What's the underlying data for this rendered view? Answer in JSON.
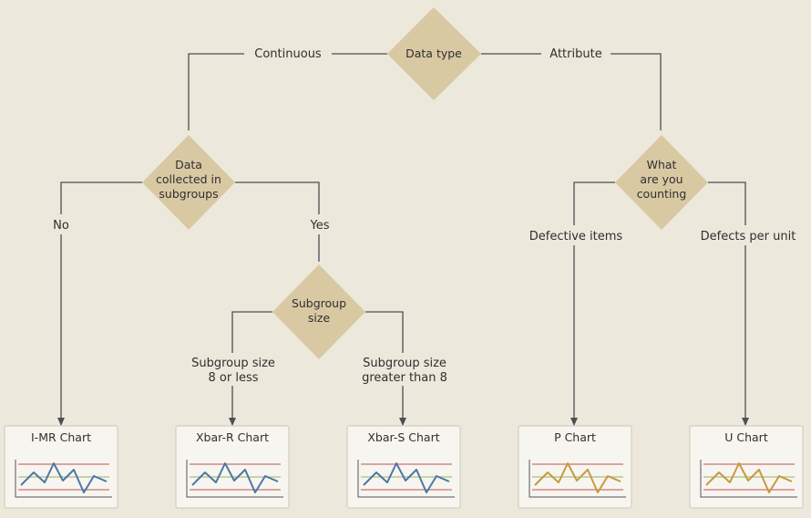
{
  "diagram": {
    "root": {
      "label": "Data type"
    },
    "branches": {
      "continuous": "Continuous",
      "attribute": "Attribute"
    },
    "subgroups_question": {
      "lines": [
        "Data",
        "collected in",
        "subgroups"
      ]
    },
    "subgroups_answers": {
      "no": "No",
      "yes": "Yes"
    },
    "size_question": {
      "lines": [
        "Subgroup",
        "size"
      ]
    },
    "size_answers": {
      "small": [
        "Subgroup size",
        "8 or less"
      ],
      "large": [
        "Subgroup size",
        "greater than 8"
      ]
    },
    "count_question": {
      "lines": [
        "What",
        "are you",
        "counting"
      ]
    },
    "count_answers": {
      "defective": "Defective items",
      "defects": "Defects per unit"
    },
    "charts": [
      {
        "label": "I-MR Chart",
        "color": "#4e77a6"
      },
      {
        "label": "Xbar-R Chart",
        "color": "#4e77a6"
      },
      {
        "label": "Xbar-S Chart",
        "color": "#4e77a6"
      },
      {
        "label": "P Chart",
        "color": "#c69a3e"
      },
      {
        "label": "U Chart",
        "color": "#c69a3e"
      }
    ]
  },
  "colors": {
    "background": "#ece8dc",
    "diamond": "#d9c9a3",
    "connector": "#4f4f4f",
    "control_limit": "#d08a8a",
    "center_line": "#b8c890",
    "variable_series": "#4e77a6",
    "attribute_series": "#c69a3e"
  }
}
